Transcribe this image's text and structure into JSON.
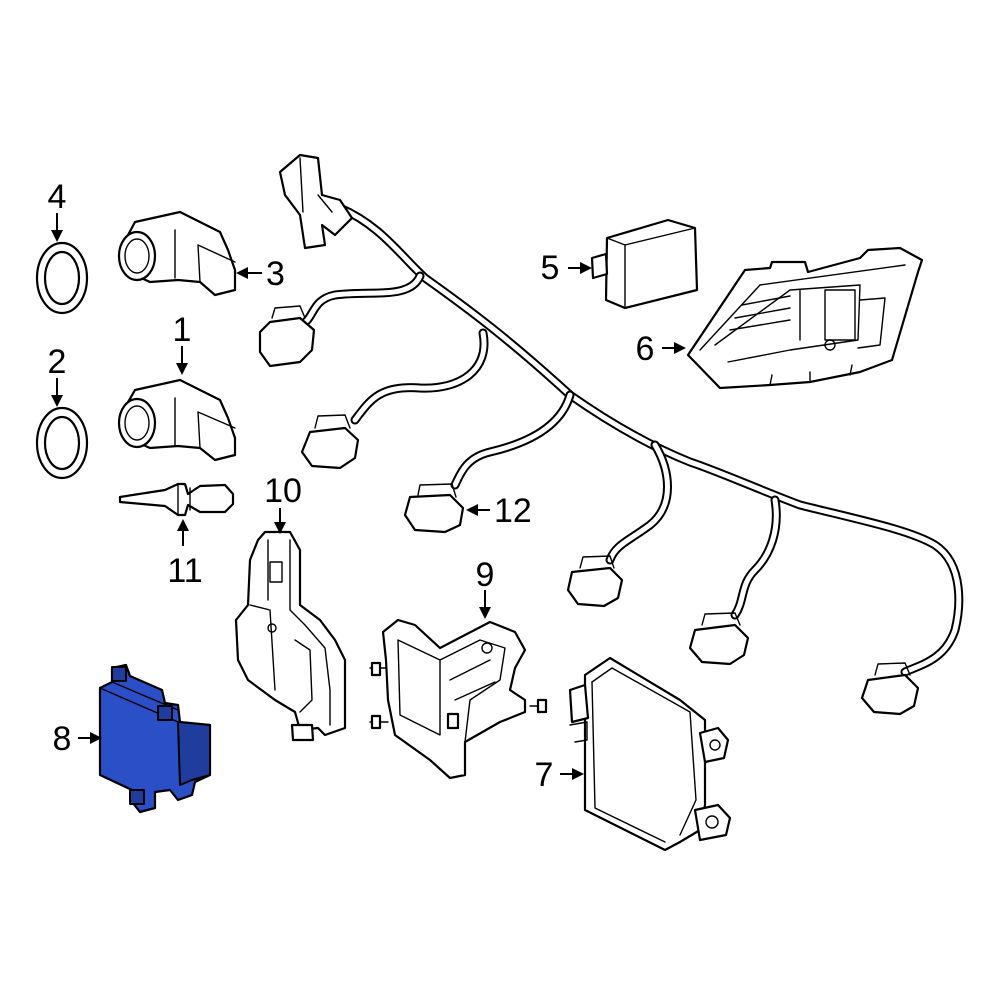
{
  "diagram": {
    "highlight_color": "#2b4fc7",
    "callouts": {
      "c1": "1",
      "c2": "2",
      "c3": "3",
      "c4": "4",
      "c5": "5",
      "c6": "6",
      "c7": "7",
      "c8": "8",
      "c9": "9",
      "c10": "10",
      "c11": "11",
      "c12": "12"
    }
  }
}
